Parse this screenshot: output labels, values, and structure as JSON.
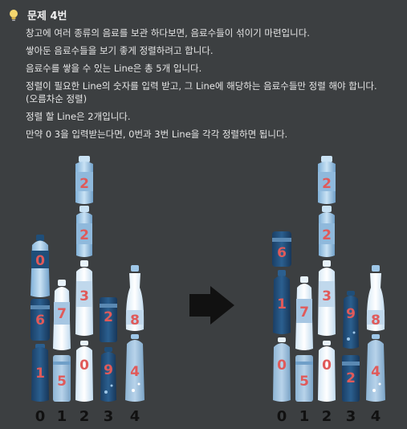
{
  "problem": {
    "title": "문제 4번",
    "icon": "lightbulb-icon",
    "lines": [
      "창고에 여러 종류의 음료를 보관 하다보면, 음료수들이 섞이기 마련입니다.",
      "쌓아둔 음료수들을 보기 좋게 정렬하려고 합니다.",
      "음료수를 쌓을 수 있는 Line은 총 5개 입니다.",
      "정렬이 필요한 Line의 숫자를 입력 받고, 그 Line에 해당하는 음료수들만 정렬 해야 합니다.",
      "(오름차순 정렬)",
      "정렬 할 Line은 2개입니다.",
      "만약 0 3을 입력받는다면, 0번과 3번 Line을 각각 정렬하면 됩니다."
    ]
  },
  "figure": {
    "before": {
      "line_labels": [
        "0",
        "1",
        "2",
        "3",
        "4"
      ],
      "stacks": [
        [
          "1",
          "6",
          "0"
        ],
        [
          "5",
          "7"
        ],
        [
          "0",
          "3",
          "2",
          "2"
        ],
        [
          "9",
          "2"
        ],
        [
          "4",
          "8"
        ]
      ]
    },
    "after": {
      "line_labels": [
        "0",
        "1",
        "2",
        "3",
        "4"
      ],
      "stacks": [
        [
          "0",
          "1",
          "6"
        ],
        [
          "5",
          "7"
        ],
        [
          "0",
          "3",
          "2",
          "2"
        ],
        [
          "2",
          "9"
        ],
        [
          "4",
          "8"
        ]
      ]
    },
    "arrow_icon": "right-arrow-icon",
    "colors": {
      "dark_blue": "#1f4e79",
      "light_blue": "#9ec7e8",
      "number_red": "#e05a5a"
    }
  }
}
